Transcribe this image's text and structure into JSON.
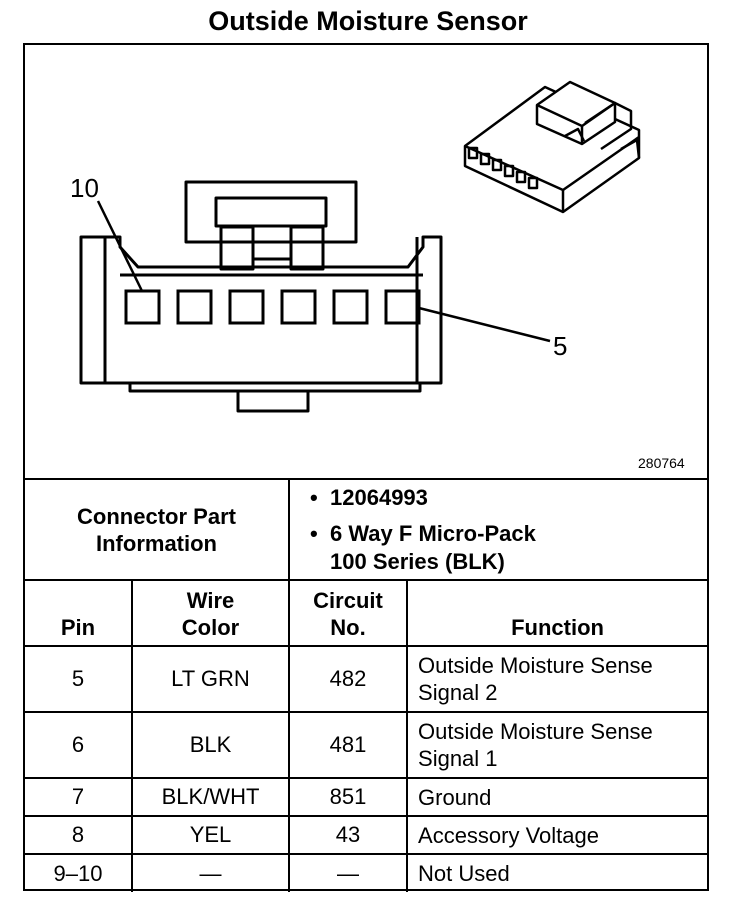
{
  "title": "Outside Moisture Sensor",
  "figure_id": "280764",
  "pin_labels": {
    "left": "10",
    "right": "5"
  },
  "connector_info": {
    "label_line1": "Connector Part",
    "label_line2": "Information",
    "part_number": "12064993",
    "description_line1": "6 Way F Micro-Pack",
    "description_line2": "100 Series (BLK)",
    "bullet": "•"
  },
  "headers": {
    "pin": "Pin",
    "wire_color_line1": "Wire",
    "wire_color_line2": "Color",
    "circuit_line1": "Circuit",
    "circuit_line2": "No.",
    "function": "Function"
  },
  "rows": [
    {
      "pin": "5",
      "wire_color": "LT GRN",
      "circuit": "482",
      "function_line1": "Outside Moisture Sense",
      "function_line2": "Signal 2"
    },
    {
      "pin": "6",
      "wire_color": "BLK",
      "circuit": "481",
      "function_line1": "Outside Moisture Sense",
      "function_line2": "Signal 1"
    },
    {
      "pin": "7",
      "wire_color": "BLK/WHT",
      "circuit": "851",
      "function_line1": "Ground",
      "function_line2": ""
    },
    {
      "pin": "8",
      "wire_color": "YEL",
      "circuit": "43",
      "function_line1": "Accessory Voltage",
      "function_line2": ""
    },
    {
      "pin": "9–10",
      "wire_color": "—",
      "circuit": "—",
      "function_line1": "Not Used",
      "function_line2": ""
    }
  ]
}
